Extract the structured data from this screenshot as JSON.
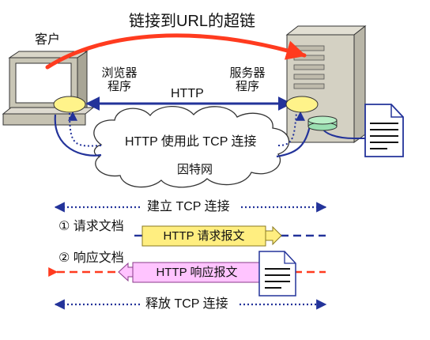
{
  "title_link": "链接到URL的超链",
  "client_label": "客户",
  "browser_label": [
    "浏览器",
    "程序"
  ],
  "server_label": [
    "服务器",
    "程序"
  ],
  "http_label": "HTTP",
  "tcp_usage_label": "HTTP 使用此 TCP 连接",
  "internet_label": "因特网",
  "establish_label": "建立 TCP 连接",
  "step1_label": "① 请求文档",
  "request_box": "HTTP 请求报文",
  "step2_label": "② 响应文档",
  "response_box": "HTTP 响应报文",
  "release_label": "释放 TCP 连接",
  "colors": {
    "red_arrow": "#ff3b1f",
    "blue_line": "#23339a",
    "request_box": "#ffee80",
    "response_box": "#ffc4ff",
    "disk": "#9be0b2",
    "ellipse": "#fff38a"
  }
}
